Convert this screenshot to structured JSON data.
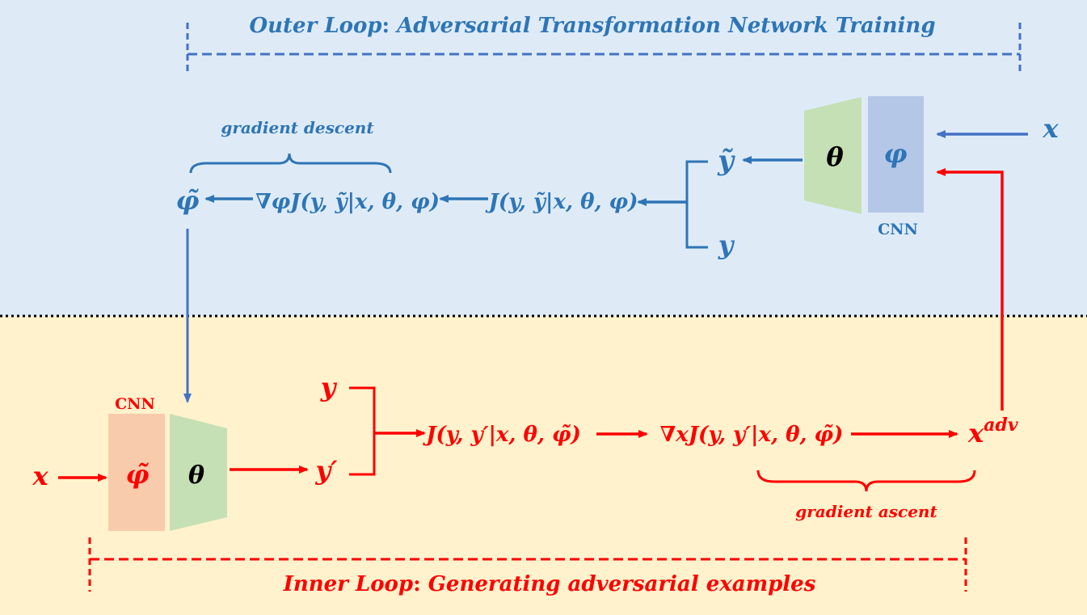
{
  "outer_loop": {
    "title_prefix": "Outer Loop",
    "title_sep": ":",
    "title_rest": " Adversarial Transformation Network Training",
    "input_x": "x",
    "network": {
      "theta": "θ",
      "phi": "φ",
      "label": "CNN"
    },
    "y_tilde": "ỹ",
    "y": "y",
    "loss": "J(y, ỹ|x, θ, φ)",
    "grad": "∇φJ(y, ỹ|x, θ, φ)",
    "phi_tilde": "φ̃",
    "brace_label": "gradient descent"
  },
  "inner_loop": {
    "title_prefix": "Inner Loop",
    "title_sep": ":",
    "title_rest": "  Generating adversarial examples",
    "input_x": "x",
    "network": {
      "phi_tilde": "φ̃",
      "theta": "θ",
      "label": "CNN"
    },
    "y": "y",
    "y_prime": "y′",
    "loss": "J(y, y′|x, θ, φ̃)",
    "grad": "∇xJ(y, y′|x, θ, φ̃)",
    "x_adv": "xadv",
    "brace_label": "gradient ascent"
  },
  "colors": {
    "outer_bg": "#deebf7",
    "inner_bg": "#fff2cc",
    "blue": "#2e75b6",
    "blue_line": "#4472c4",
    "red": "#ff0000",
    "theta_block": "#c5e0b4",
    "phi_block": "#b4c7e7",
    "phi_tilde_block": "#f8cbad"
  }
}
